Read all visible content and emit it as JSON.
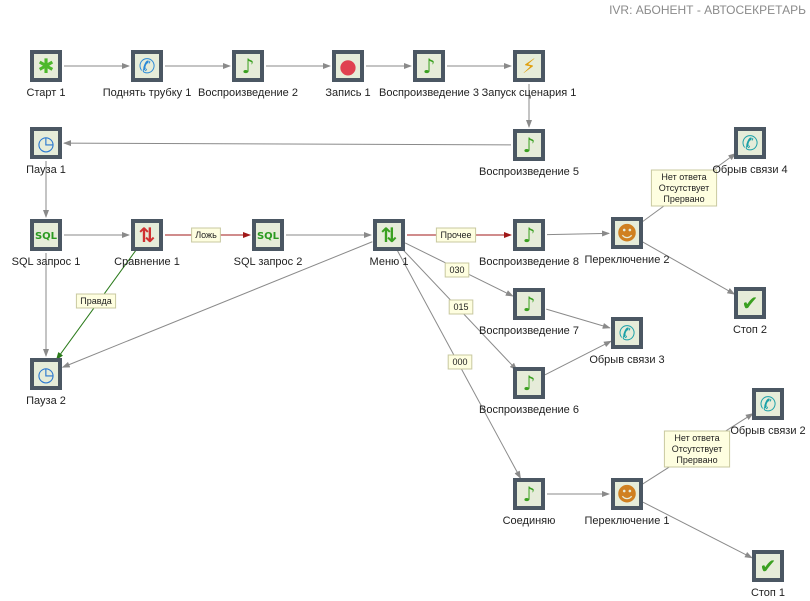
{
  "title": "IVR: АБОНЕНТ - АВТОСЕКРЕТАРЬ",
  "colors": {
    "node_border": "#4b5763",
    "node_fill": "#e6ecd9",
    "edge": "#8a8a8a",
    "false_edge": "#a01818",
    "true_edge": "#2a7a1a",
    "label_bg": "#fefee0"
  },
  "nodes": [
    {
      "id": "start1",
      "label": "Старт 1",
      "icon": "running-man-icon"
    },
    {
      "id": "pickup1",
      "label": "Поднять трубку 1",
      "icon": "phone-icon"
    },
    {
      "id": "play2",
      "label": "Воспроизведение 2",
      "icon": "music-note-icon"
    },
    {
      "id": "rec1",
      "label": "Запись 1",
      "icon": "record-icon"
    },
    {
      "id": "play3",
      "label": "Воспроизведение 3",
      "icon": "music-note-icon"
    },
    {
      "id": "script1",
      "label": "Запуск сценария 1",
      "icon": "lightning-icon"
    },
    {
      "id": "pause1",
      "label": "Пауза 1",
      "icon": "alarm-clock-icon"
    },
    {
      "id": "play5",
      "label": "Воспроизведение 5",
      "icon": "music-note-icon"
    },
    {
      "id": "sql1",
      "label": "SQL запрос 1",
      "icon": "sql-icon"
    },
    {
      "id": "cmp1",
      "label": "Сравнение 1",
      "icon": "compare-icon"
    },
    {
      "id": "sql2",
      "label": "SQL запрос 2",
      "icon": "sql-icon"
    },
    {
      "id": "menu1",
      "label": "Меню 1",
      "icon": "menu-icon"
    },
    {
      "id": "play8",
      "label": "Воспроизведение 8",
      "icon": "music-note-icon"
    },
    {
      "id": "sw2",
      "label": "Переключение 2",
      "icon": "operator-icon"
    },
    {
      "id": "hang4",
      "label": "Обрыв связи 4",
      "icon": "hangup-icon"
    },
    {
      "id": "stop2",
      "label": "Стоп 2",
      "icon": "check-icon"
    },
    {
      "id": "play7",
      "label": "Воспроизведение 7",
      "icon": "music-note-icon"
    },
    {
      "id": "hang3",
      "label": "Обрыв связи 3",
      "icon": "hangup-icon"
    },
    {
      "id": "play6",
      "label": "Воспроизведение 6",
      "icon": "music-note-icon"
    },
    {
      "id": "pause2",
      "label": "Пауза 2",
      "icon": "alarm-clock-icon"
    },
    {
      "id": "connect",
      "label": "Соединяю",
      "icon": "music-note-icon"
    },
    {
      "id": "sw1",
      "label": "Переключение 1",
      "icon": "operator-icon"
    },
    {
      "id": "hang2",
      "label": "Обрыв связи 2",
      "icon": "hangup-icon"
    },
    {
      "id": "stop1",
      "label": "Стоп 1",
      "icon": "check-icon"
    }
  ],
  "edges": [
    {
      "from": "start1",
      "to": "pickup1"
    },
    {
      "from": "pickup1",
      "to": "play2"
    },
    {
      "from": "play2",
      "to": "rec1"
    },
    {
      "from": "rec1",
      "to": "play3"
    },
    {
      "from": "play3",
      "to": "script1"
    },
    {
      "from": "script1",
      "to": "play5"
    },
    {
      "from": "play5",
      "to": "pause1"
    },
    {
      "from": "pause1",
      "to": "sql1"
    },
    {
      "from": "sql1",
      "to": "cmp1"
    },
    {
      "from": "sql1",
      "to": "pause2"
    },
    {
      "from": "cmp1",
      "to": "sql2",
      "kind": "false",
      "label": "Ложь"
    },
    {
      "from": "cmp1",
      "to": "pause2",
      "kind": "true",
      "label": "Правда"
    },
    {
      "from": "sql2",
      "to": "menu1"
    },
    {
      "from": "menu1",
      "to": "pause2"
    },
    {
      "from": "menu1",
      "to": "play8",
      "kind": "false",
      "label": "Прочее"
    },
    {
      "from": "menu1",
      "to": "play7",
      "label": "030"
    },
    {
      "from": "menu1",
      "to": "play6",
      "label": "015"
    },
    {
      "from": "menu1",
      "to": "connect",
      "label": "000"
    },
    {
      "from": "play8",
      "to": "sw2"
    },
    {
      "from": "sw2",
      "to": "hang4",
      "label": "Нет ответа\nОтсутствует\nПрервано"
    },
    {
      "from": "sw2",
      "to": "stop2"
    },
    {
      "from": "play7",
      "to": "hang3"
    },
    {
      "from": "play6",
      "to": "hang3"
    },
    {
      "from": "connect",
      "to": "sw1"
    },
    {
      "from": "sw1",
      "to": "hang2",
      "label": "Нет ответа\nОтсутствует\nПрервано"
    },
    {
      "from": "sw1",
      "to": "stop1"
    }
  ]
}
